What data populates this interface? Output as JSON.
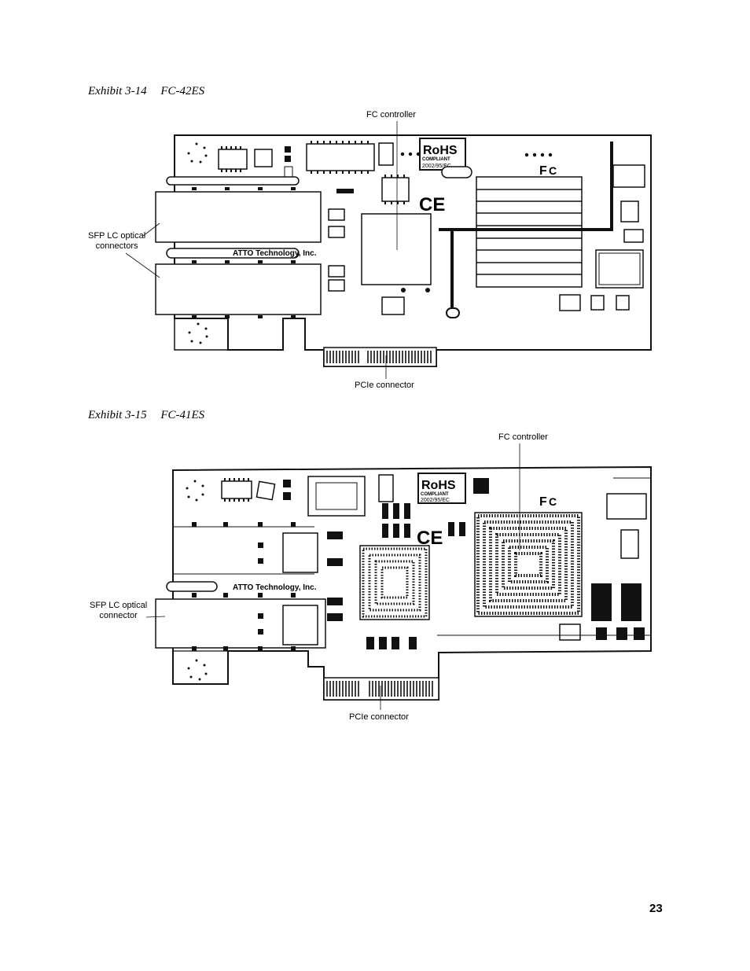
{
  "exhibit_1": {
    "number": "Exhibit 3-14",
    "model": "FC-42ES",
    "callouts": {
      "fc_controller": "FC controller",
      "sfp": [
        "SFP LC optical",
        "connectors"
      ],
      "pcie": "PCIe connector"
    },
    "board_text": {
      "rohs": "RoHS",
      "compliant": "COMPLIANT",
      "directive": "2002/95/EC",
      "brand": "ATTO Technology, Inc."
    }
  },
  "exhibit_2": {
    "number": "Exhibit 3-15",
    "model": "FC-41ES",
    "callouts": {
      "fc_controller": "FC controller",
      "sfp": [
        "SFP LC optical",
        "connector"
      ],
      "pcie": "PCIe connector"
    },
    "board_text": {
      "rohs": "RoHS",
      "compliant": "COMPLIANT",
      "directive": "2002/95/EC",
      "brand": "ATTO Technology, Inc."
    }
  },
  "page_number": "23"
}
